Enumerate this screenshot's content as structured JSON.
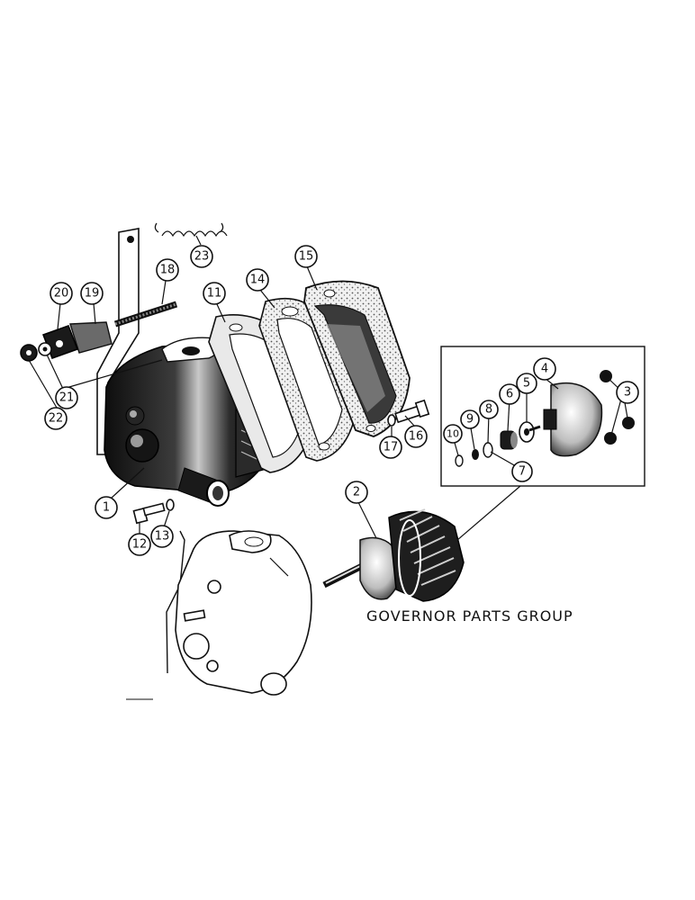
{
  "caption": "GOVERNOR PARTS GROUP",
  "callouts": [
    "1",
    "2",
    "3",
    "4",
    "5",
    "6",
    "7",
    "8",
    "9",
    "10",
    "11",
    "12",
    "13",
    "14",
    "15",
    "16",
    "17",
    "18",
    "19",
    "20",
    "21",
    "22",
    "23"
  ],
  "colors": {
    "ink": "#111111",
    "paper": "#ffffff"
  }
}
